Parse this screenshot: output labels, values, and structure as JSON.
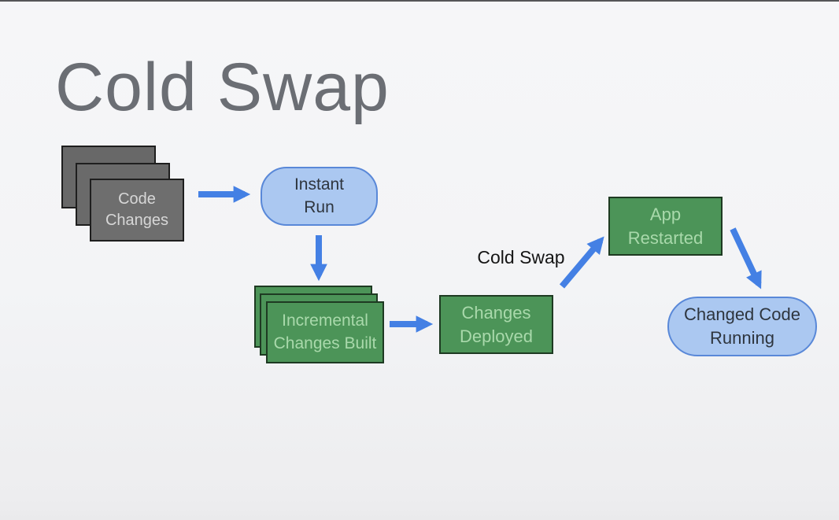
{
  "slide": {
    "title": "Cold Swap"
  },
  "nodes": {
    "code_changes": {
      "label": "Code\nChanges",
      "shape": "stacked-gray-cards"
    },
    "instant_run": {
      "label": "Instant\nRun",
      "shape": "blue-rounded"
    },
    "incremental_changes_built": {
      "label": "Incremental\nChanges Built",
      "shape": "stacked-green-cards"
    },
    "changes_deployed": {
      "label": "Changes\nDeployed",
      "shape": "green-box"
    },
    "app_restarted": {
      "label": "App\nRestarted",
      "shape": "green-box"
    },
    "changed_code_running": {
      "label": "Changed Code\nRunning",
      "shape": "blue-rounded"
    }
  },
  "edges": [
    {
      "from": "code_changes",
      "to": "instant_run",
      "label": ""
    },
    {
      "from": "instant_run",
      "to": "incremental_changes_built",
      "label": ""
    },
    {
      "from": "incremental_changes_built",
      "to": "changes_deployed",
      "label": ""
    },
    {
      "from": "changes_deployed",
      "to": "app_restarted",
      "label": "Cold Swap"
    },
    {
      "from": "app_restarted",
      "to": "changed_code_running",
      "label": ""
    }
  ],
  "colors": {
    "arrow-blue": "#4480e4",
    "green-fill": "#4c9458",
    "green-border": "#1e3a22",
    "green-text": "#a9d9ab",
    "gray-fill": "#6e6e6e",
    "gray-border": "#1e1e1e",
    "gray-text": "#d7d7d7",
    "blue-fill": "#abc8f1",
    "blue-border": "#5988d8",
    "blue-text": "#2e353e",
    "title-gray": "#6b6e74"
  }
}
